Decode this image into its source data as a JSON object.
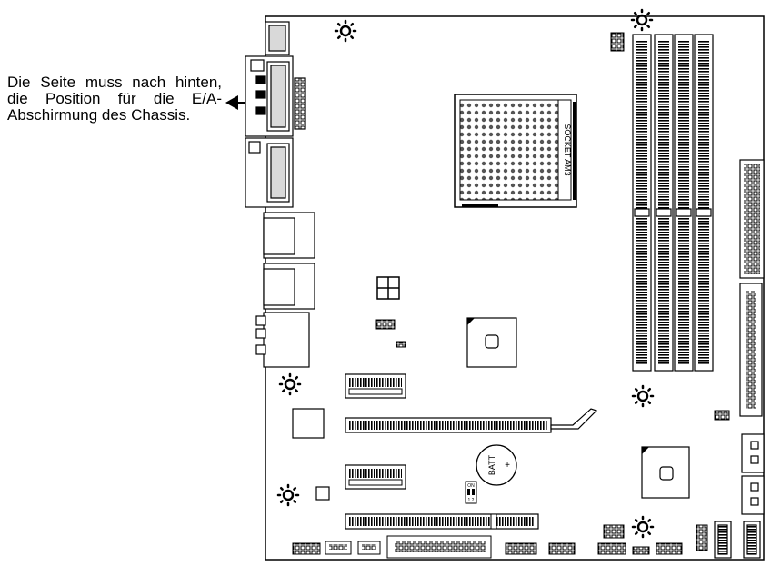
{
  "callout": {
    "text": "Die Seite muss nach hinten, die Position für die E/A-Abschirmung des Chassis."
  },
  "board": {
    "socket_label": "SOCKET AM3",
    "battery_label": "BATT",
    "battery_polarity": "+",
    "dip_label": "ON",
    "dip_numbers": "1 2"
  },
  "colors": {
    "line": "#000000",
    "background": "#ffffff",
    "fill_gray": "#d9d9d9",
    "fill_dark": "#8c8c8c"
  }
}
